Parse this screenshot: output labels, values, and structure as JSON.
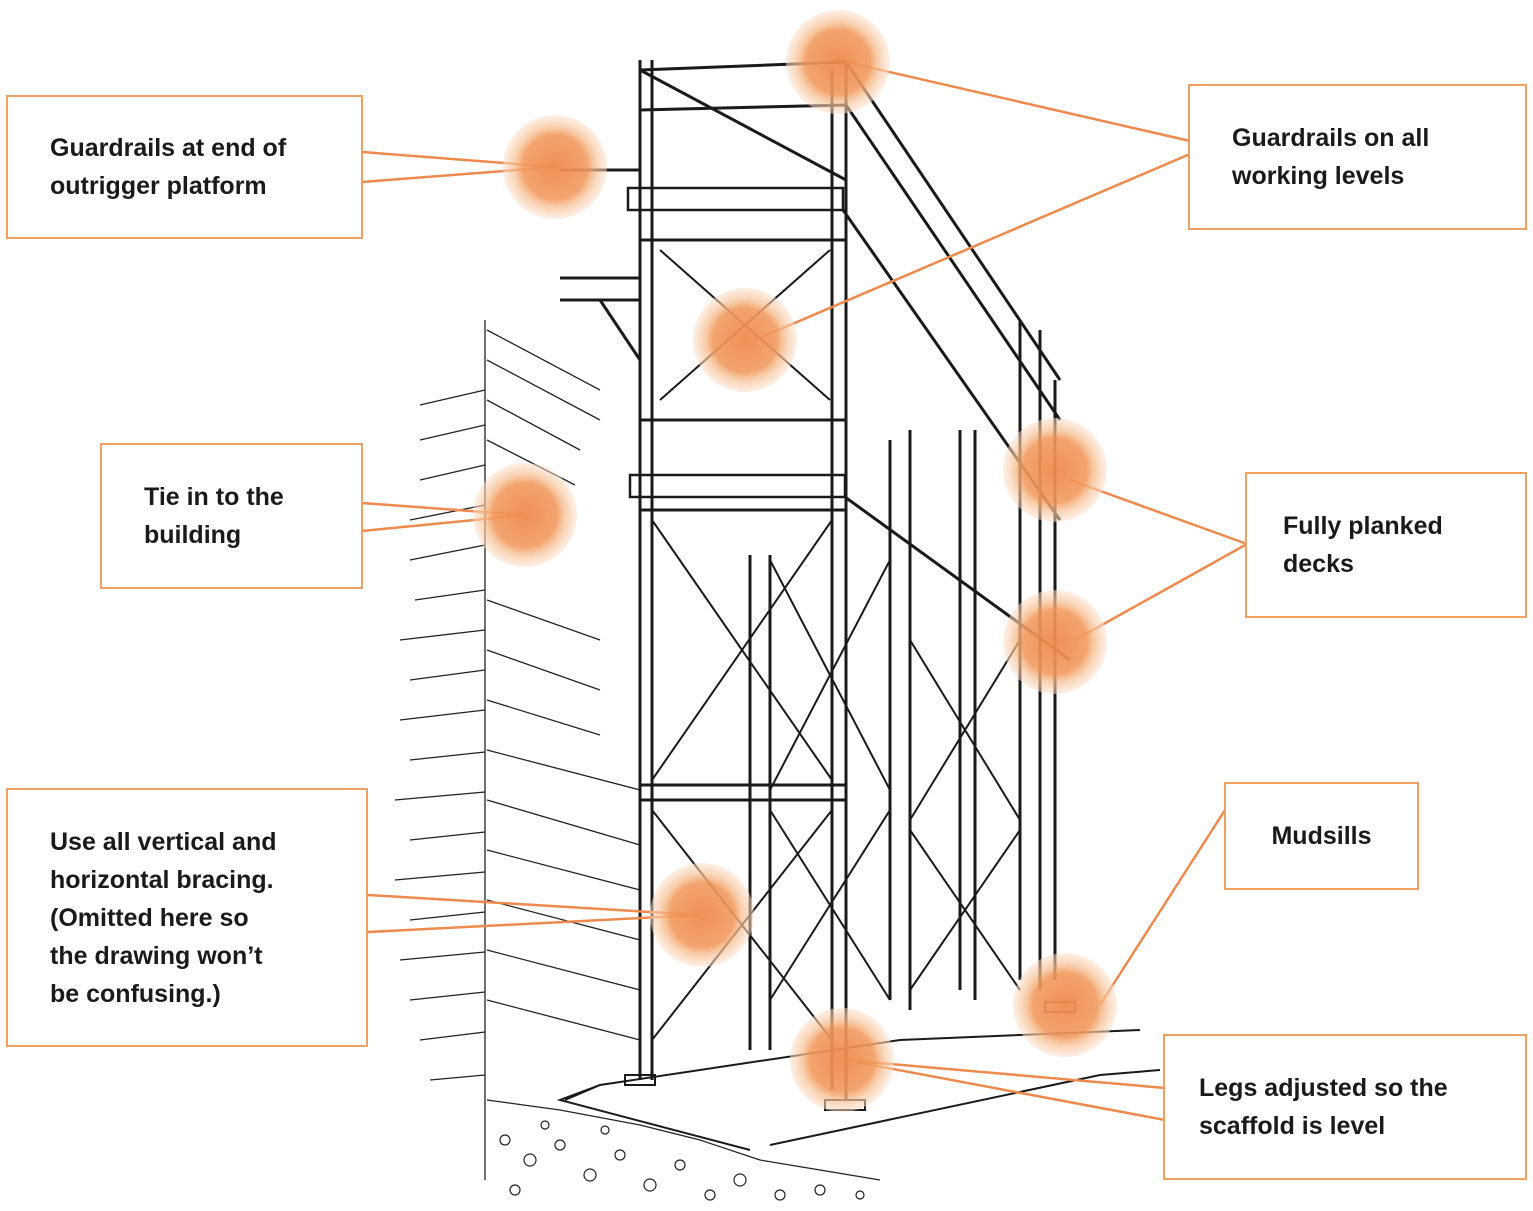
{
  "accent_color": "#ee8a4e",
  "line_color": "#ee8a4e",
  "callouts": [
    {
      "id": "guardrails-outrigger",
      "text": "Guardrails at end of\noutrigger platform"
    },
    {
      "id": "guardrails-all-levels",
      "text": "Guardrails on all\nworking levels"
    },
    {
      "id": "tie-in",
      "text": "Tie in to the\nbuilding"
    },
    {
      "id": "planked-decks",
      "text": "Fully planked\ndecks"
    },
    {
      "id": "bracing",
      "text": "Use all vertical and\nhorizontal bracing.\n(Omitted here so\nthe drawing won’t\nbe confusing.)"
    },
    {
      "id": "mudsills",
      "text": "Mudsills"
    },
    {
      "id": "legs-adjusted",
      "text": "Legs adjusted so the\nscaffold is level"
    }
  ]
}
